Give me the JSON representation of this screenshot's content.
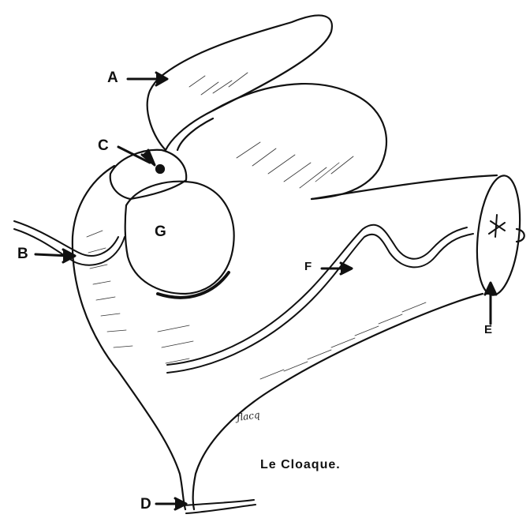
{
  "labels": {
    "a": "A",
    "b": "B",
    "c": "C",
    "d": "D",
    "e": "E",
    "f": "F",
    "g": "G"
  },
  "caption": "Le Cloaque."
}
